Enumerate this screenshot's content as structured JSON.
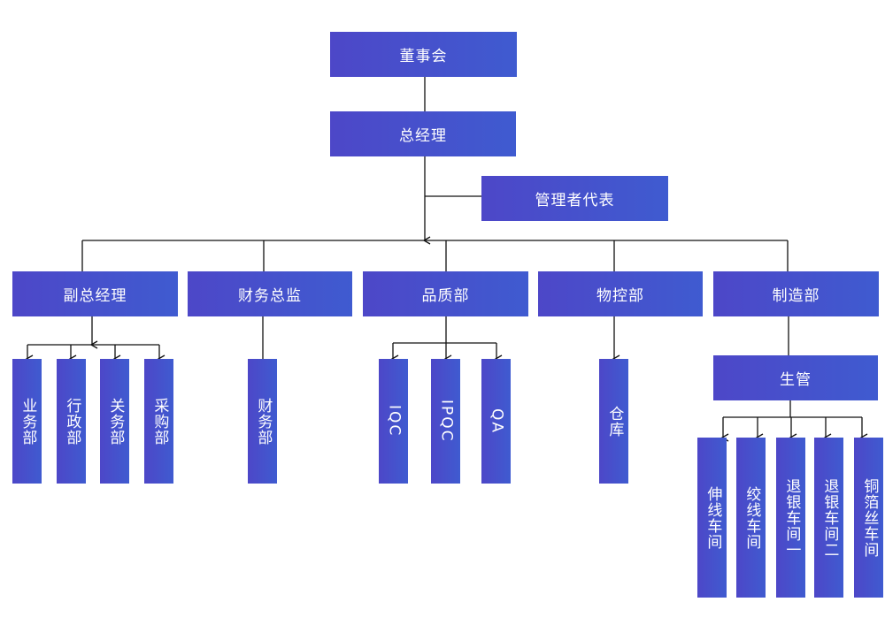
{
  "colors": {
    "box": "#4a4fcc",
    "line": "#111111"
  },
  "nodes": {
    "board": "董事会",
    "gm": "总经理",
    "mgmt_rep": "管理者代表",
    "vgm": "副总经理",
    "finance_dir": "财务总监",
    "quality": "品质部",
    "material": "物控部",
    "manufacturing": "制造部",
    "business": "业务部",
    "admin": "行政部",
    "customs": "关务部",
    "purchasing": "采购部",
    "finance": "财务部",
    "iqc": "IQC",
    "ipqc": "IPQC",
    "qa": "QA",
    "warehouse": "仓库",
    "prod_mgmt": "生管",
    "ws_stretch": "伸线车间",
    "ws_twist": "绞线车间",
    "ws_silver1": "退银车间一",
    "ws_silver2": "退银车间二",
    "ws_foil": "铜箔丝车间"
  }
}
